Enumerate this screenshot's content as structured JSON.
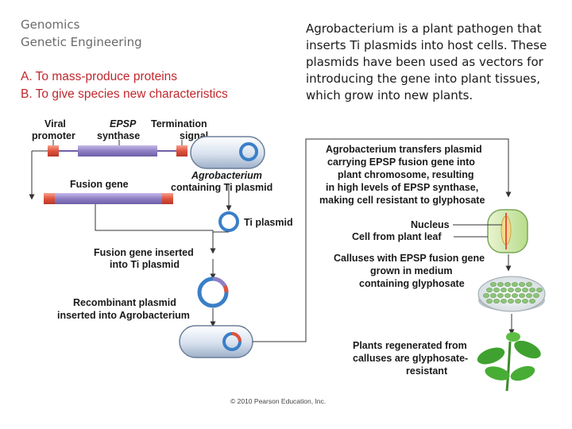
{
  "header": {
    "line1": "Genomics",
    "line2": "Genetic Engineering"
  },
  "objectives": [
    "A. To mass-produce proteins",
    "B. To give species new characteristics"
  ],
  "description": "Agrobacterium is a plant pathogen that inserts Ti plasmids into host cells.  These plasmids have been used as vectors for introducing the gene into plant tissues, which grow into new plants.",
  "diagram": {
    "viral_promoter": [
      "Viral",
      "promoter"
    ],
    "epsp_synthase": [
      "EPSP",
      "synthase"
    ],
    "termination_signal": [
      "Termination",
      "signal"
    ],
    "agrobacterium_ti": [
      "Agrobacterium",
      "containing Ti plasmid"
    ],
    "fusion_gene": "Fusion gene",
    "ti_plasmid": "Ti plasmid",
    "fusion_inserted": [
      "Fusion gene inserted",
      "into Ti plasmid"
    ],
    "recombinant": [
      "Recombinant plasmid",
      "inserted into Agrobacterium"
    ],
    "transfer_text": [
      "Agrobacterium transfers plasmid",
      "carrying EPSP fusion gene into",
      "plant chromosome, resulting",
      "in high levels of EPSP synthase,",
      "making cell resistant to glyphosate"
    ],
    "nucleus": "Nucleus",
    "cell_leaf": "Cell from plant leaf",
    "calluses": [
      "Calluses with EPSP fusion gene",
      "grown in medium",
      "containing glyphosate"
    ],
    "plants": [
      "Plants regenerated from",
      "calluses are glyphosate-",
      "resistant"
    ],
    "copyright": "© 2010 Pearson Education, Inc."
  },
  "colors": {
    "objective_red": "#c0272d",
    "gene_purple": "#8f7fc4",
    "promoter_red": "#e0533d",
    "plasmid_blue": "#3a7fc7"
  }
}
